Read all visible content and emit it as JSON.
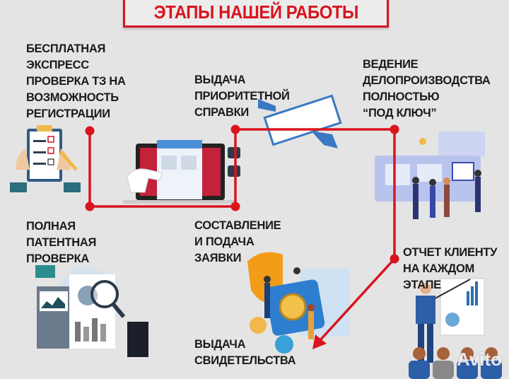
{
  "title": "ЭТАПЫ НАШЕЙ РАБОТЫ",
  "steps": [
    {
      "lines": [
        "БЕСПЛАТНАЯ",
        "ЭКСПРЕСС",
        "ПРОВЕРКА ТЗ НА",
        "ВОЗМОЖНОСТЬ",
        "РЕГИСТРАЦИИ"
      ],
      "icon": "checklist-clipboard-icon"
    },
    {
      "lines": [
        "ПОЛНАЯ",
        "ПАТЕНТНАЯ",
        "ПРОВЕРКА"
      ],
      "icon": "magnifier-analytics-icon"
    },
    {
      "lines": [
        "ВЫДАЧА",
        "ПРИОРИТЕТНОЙ",
        "СПРАВКИ"
      ],
      "icon": "signing-document-icon"
    },
    {
      "lines": [
        "СОСТАВЛЕНИЕ",
        "И ПОДАЧА",
        "ЗАЯВКИ"
      ],
      "icon": "laptop-form-icon"
    },
    {
      "lines": [
        "ВЕДЕНИЕ",
        "ДЕЛОПРОИЗВОДСТВА",
        "ПОЛНОСТЬЮ",
        "“ПОД КЛЮЧ”"
      ],
      "icon": "team-dashboard-icon"
    },
    {
      "lines": [
        "ОТЧЕТ КЛИЕНТУ",
        "НА КАЖДОМ",
        "ЭТАПЕ"
      ],
      "icon": "presentation-icon"
    },
    {
      "lines": [
        "ВЫДАЧА",
        "СВИДЕТЕЛЬСТВА"
      ],
      "icon": "trademark-certificate-icon"
    }
  ],
  "watermark": "Avito",
  "colors": {
    "accent": "#d9141e",
    "background": "#e4e4e4",
    "text": "#1a1a1a"
  }
}
